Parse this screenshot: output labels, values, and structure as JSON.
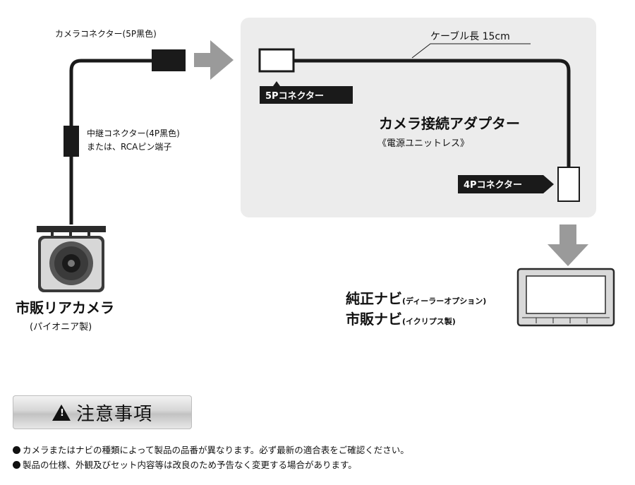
{
  "diagram": {
    "camera_connector_label": "カメラコネクター(5P黒色)",
    "relay_connector_label_1": "中継コネクター(4P黒色)",
    "relay_connector_label_2": "または、RCAピン端子",
    "cable_length_label": "ケーブル長 15cm",
    "connector_5p_tag": "5Pコネクター",
    "connector_4p_tag": "4Pコネクター",
    "adapter_title": "カメラ接続アダプター",
    "adapter_subtitle": "《電源ユニットレス》",
    "camera_title": "市販リアカメラ",
    "camera_subtitle": "(パイオニア製)",
    "navi_line1_main": "純正ナビ",
    "navi_line1_sub": "(ディーラーオプション)",
    "navi_line2_main": "市販ナビ",
    "navi_line2_sub": "(イクリプス製)",
    "colors": {
      "adapter_panel": "#ececec",
      "arrow_gray": "#9a9a9a",
      "cable": "#1a1a1a",
      "tag_bg": "#1a1a1a"
    }
  },
  "caution": {
    "title": "注意事項",
    "icon": "warning-triangle-icon",
    "notes": [
      "カメラまたはナビの種類によって製品の品番が異なります。必ず最新の適合表をご確認ください。",
      "製品の仕様、外観及びセット内容等は改良のため予告なく変更する場合があります。"
    ]
  }
}
